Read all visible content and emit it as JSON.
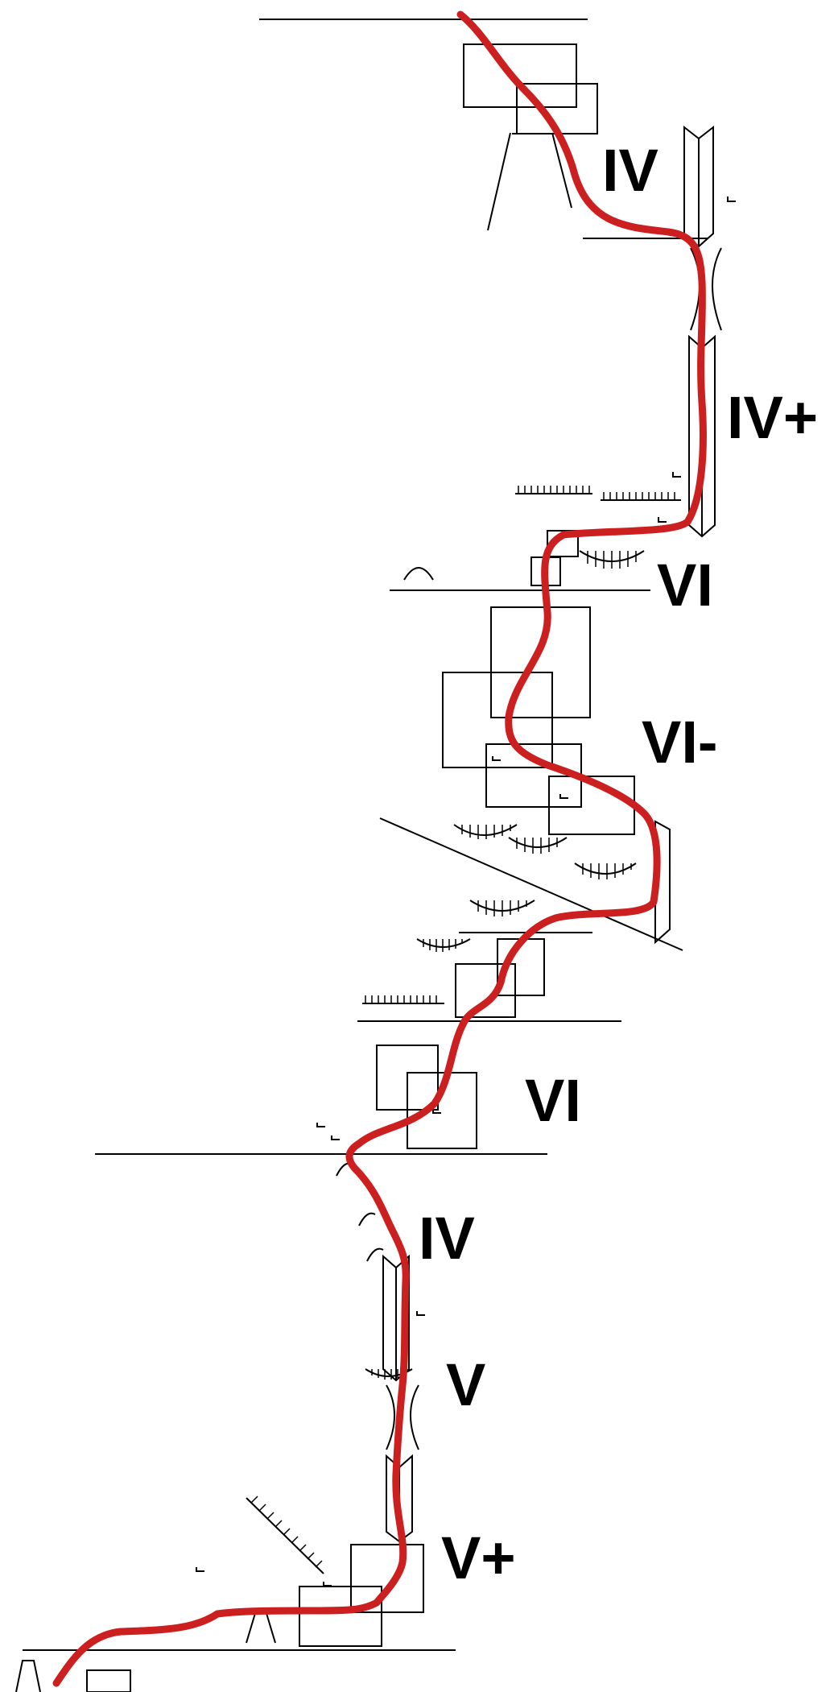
{
  "topo": {
    "route_color": "#cc1f1f",
    "grades": [
      {
        "id": "p1",
        "label": "IV"
      },
      {
        "id": "p2",
        "label": "IV+"
      },
      {
        "id": "p3",
        "label": "VI"
      },
      {
        "id": "p4",
        "label": "VI-"
      },
      {
        "id": "p5",
        "label": "VI"
      },
      {
        "id": "p6",
        "label": "IV"
      },
      {
        "id": "p7",
        "label": "V"
      },
      {
        "id": "p8",
        "label": "V+"
      }
    ]
  }
}
